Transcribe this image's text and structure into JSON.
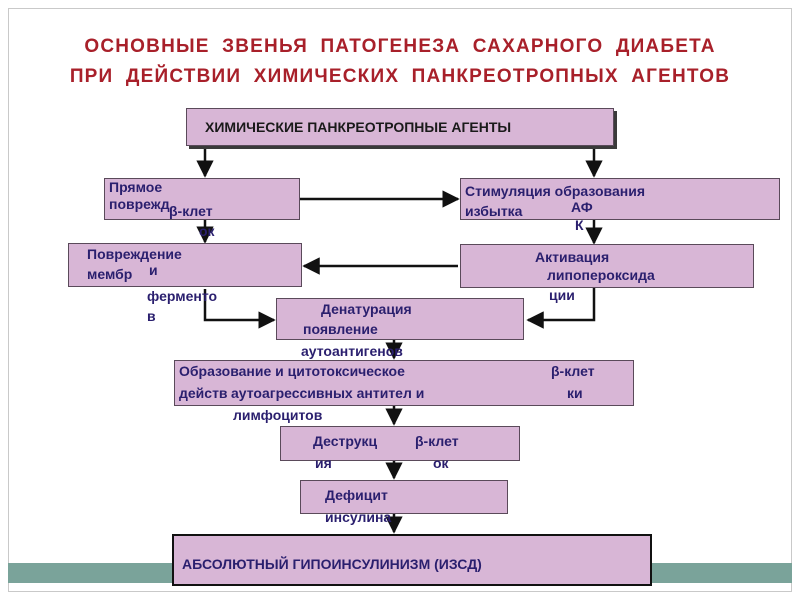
{
  "title": {
    "line1": "ОСНОВНЫЕ  ЗВЕНЬЯ  ПАТОГЕНЕЗА  САХАРНОГО  ДИАБЕТА",
    "line2": "ПРИ  ДЕЙСТВИИ   ХИМИЧЕСКИХ   ПАНКРЕОТРОПНЫХ   АГЕНТОВ"
  },
  "boxes": {
    "agents": "ХИМИЧЕСКИЕ   ПАНКРЕОТРОПНЫЕ АГЕНТЫ",
    "direct_damage": {
      "a": "Прямое",
      "b": "поврежд",
      "c": "β-клет",
      "d": "ок"
    },
    "stimulation": {
      "a": "Стимуляция образования",
      "b": "избытка",
      "c": "АФ",
      "d": "К"
    },
    "membrane_damage": {
      "a": "Повреждение",
      "b": "мембр",
      "c": "и",
      "d": "ферменто",
      "e": "в"
    },
    "lipid_activation": {
      "a": "Активация",
      "b": "липопероксида",
      "c": "ции"
    },
    "denaturation": {
      "a": "Денатурация",
      "b": "появление",
      "c": "аутоантигенов"
    },
    "antibodies": {
      "a": "Образование и цитотоксическое",
      "b": "действ",
      "c": "аутоагрессивных антител и",
      "d": "лимфоцитов",
      "e": "β-клет",
      "f": "ки"
    },
    "destruction": {
      "a": "Деструкц",
      "b": "ия",
      "c": "β-клет",
      "d": "ок"
    },
    "insulin_deficit": {
      "a": "Дефицит",
      "b": "инсулина"
    },
    "hypoinsulinism": "АБСОЛЮТНЫЙ   ГИПОИНСУЛИНИЗМ   (ИЗСД)"
  },
  "colors": {
    "title": "#a8202a",
    "box_fill": "#d8b6d6",
    "box_text": "#2a1f6e",
    "band": "#7aa39a"
  }
}
